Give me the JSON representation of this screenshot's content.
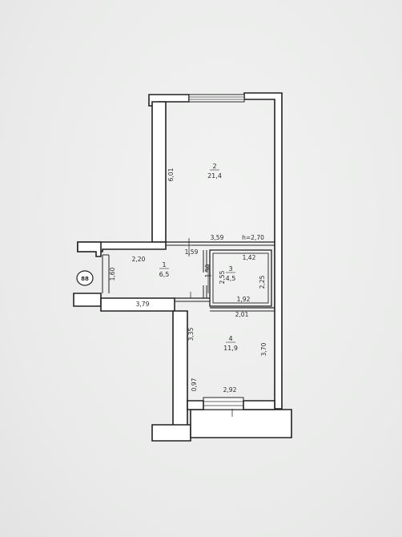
{
  "plan": {
    "rooms": [
      {
        "number": "1",
        "area": "6,5"
      },
      {
        "number": "2",
        "area": "21,4"
      },
      {
        "number": "3",
        "area": "4,5"
      },
      {
        "number": "4",
        "area": "11,9"
      }
    ],
    "dimensions": {
      "room2_height": "6,01",
      "room2_width": "3,59",
      "ceiling_height": "h=2,70",
      "hall_top": "2,20",
      "hall_bottom": "3,79",
      "hall_small": "1,59",
      "hall_door": "1,60",
      "hall_mid_a": "1,50",
      "hall_mid_b": "2,55",
      "room3_top": "1,42",
      "room3_side": "2,25",
      "room3_bottom": "1,92",
      "room4_top": "2,01",
      "room4_left": "3,35",
      "room4_right": "3,70",
      "room4_small": "0,97",
      "room4_bottom": "2,92"
    },
    "entry_badge": "88"
  }
}
